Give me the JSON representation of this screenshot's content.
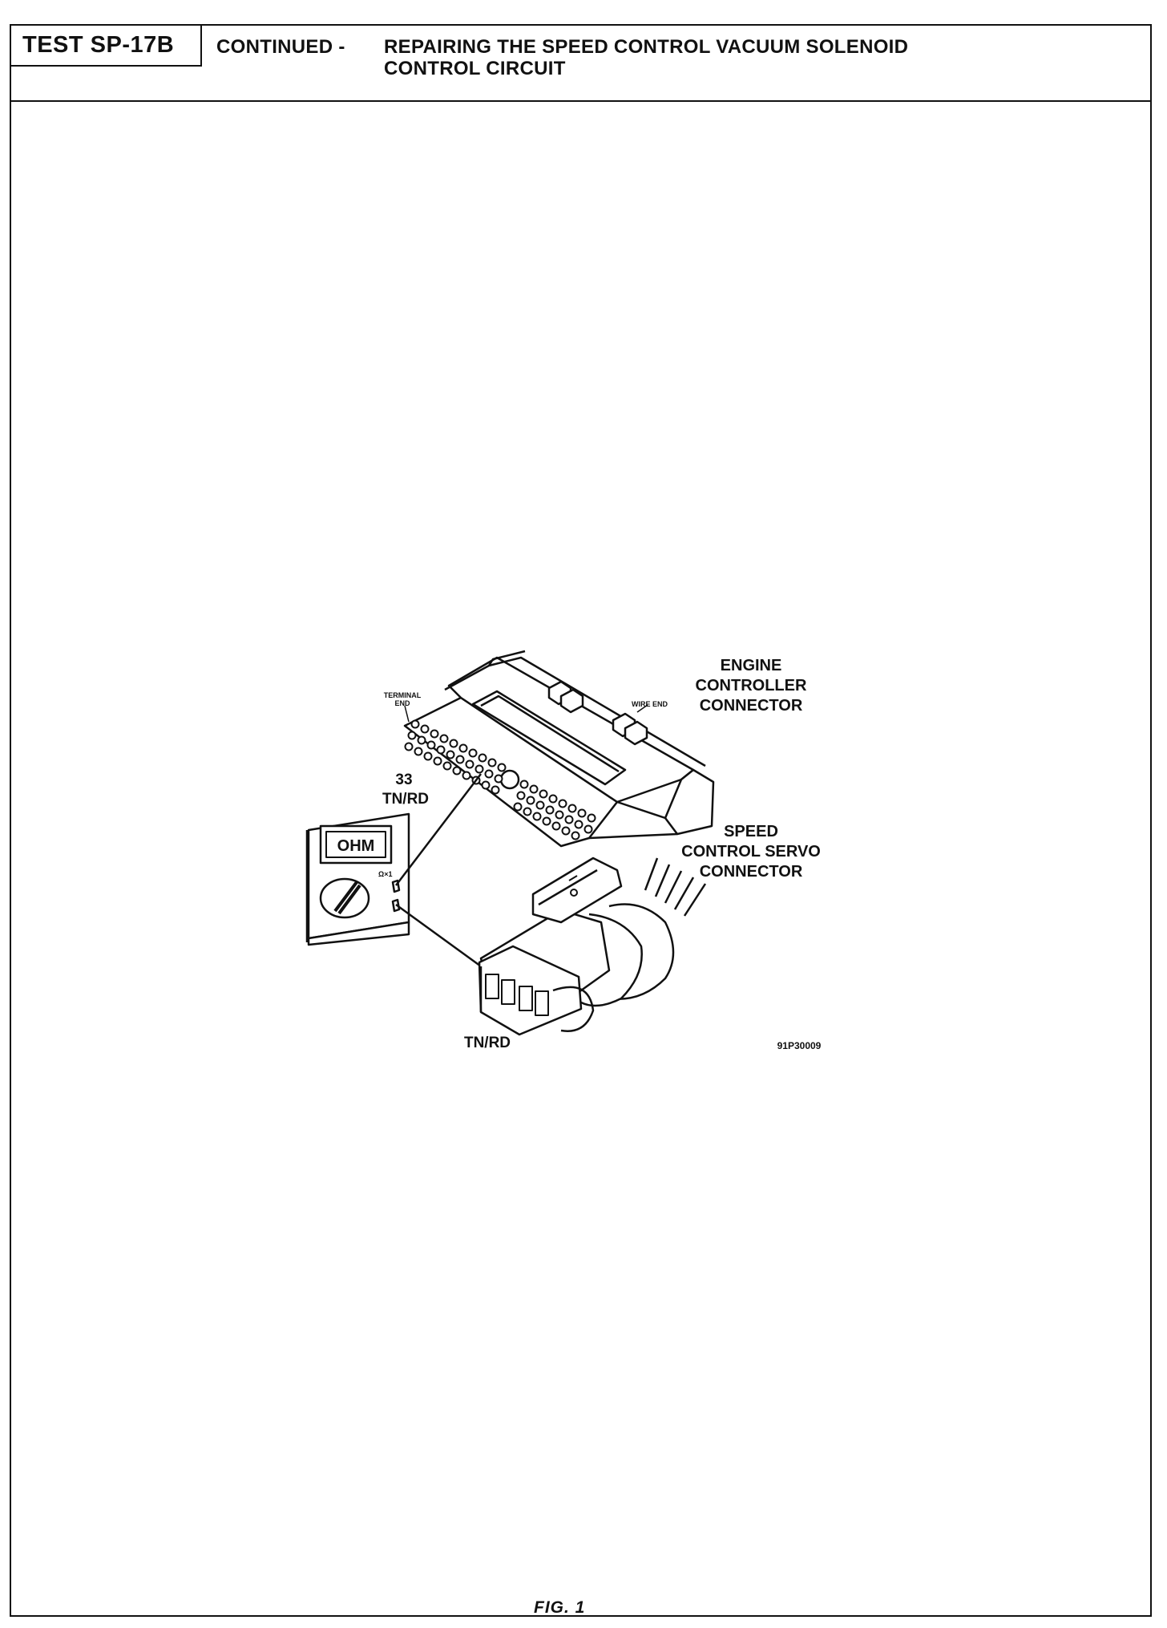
{
  "header": {
    "test_id": "TEST SP-17B",
    "continued": "CONTINUED -",
    "title_line1": "REPAIRING THE SPEED CONTROL VACUUM SOLENOID",
    "title_line2": "CONTROL CIRCUIT"
  },
  "figure": {
    "engine_connector_label": [
      "ENGINE",
      "CONTROLLER",
      "CONNECTOR"
    ],
    "terminal_end_label": [
      "TERMINAL",
      "END"
    ],
    "wire_end_label": "WIRE END",
    "cavity_number": "33",
    "wire_color_top": "TN/RD",
    "servo_connector_label": [
      "SPEED",
      "CONTROL SERVO",
      "CONNECTOR"
    ],
    "wire_color_bottom": "TN/RD",
    "meter_display": "OHM",
    "meter_range": "Ω×1",
    "figure_code": "91P30009",
    "caption": "FIG. 1"
  }
}
